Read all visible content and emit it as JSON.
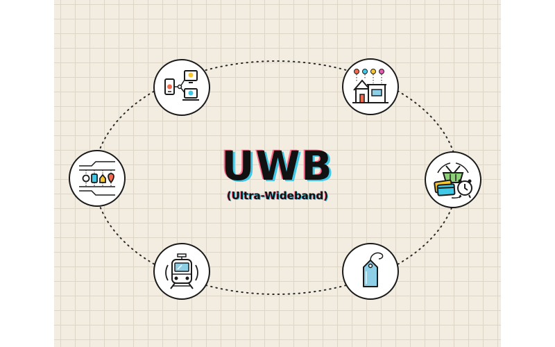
{
  "title": "UWB",
  "subtitle": "(Ultra-Wideband)",
  "colors": {
    "background": "#f2ede0",
    "grid": "#ddd6c6",
    "outline": "#1a1a1a",
    "accent_cyan": "#3fc9e6",
    "accent_pink": "#ff6b8a",
    "accent_yellow": "#f8c630",
    "accent_blue": "#8ecfe8"
  },
  "nodes": [
    {
      "id": "devices",
      "icon": "connected-devices-icon"
    },
    {
      "id": "home",
      "icon": "smart-home-icon"
    },
    {
      "id": "tracker",
      "icon": "item-tracking-icon"
    },
    {
      "id": "payment",
      "icon": "shopping-payment-icon"
    },
    {
      "id": "transit",
      "icon": "train-icon"
    },
    {
      "id": "tag",
      "icon": "price-tag-icon"
    }
  ]
}
